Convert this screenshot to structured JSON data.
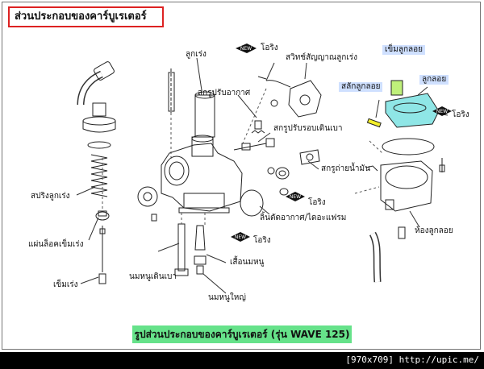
{
  "title": "ส่วนประกอบของคาร์บูเรเตอร์",
  "caption": "รูปส่วนประกอบของคาร์บูเรเตอร์ (รุ่น WAVE 125)",
  "footer": "[970x709] http://upic.me/",
  "labels": {
    "throttle_valve": "ลูกเร่ง",
    "oring_1": "โอริง",
    "switch_signal": "สวิทช์สัญญาณลูกเร่ง",
    "air_screw": "สกรูปรับอากาศ",
    "needle_valve": "เข็มลูกลอย",
    "float_pin": "สลักลูกลอย",
    "float": "ลูกลอย",
    "oring_2": "โอริง",
    "idle_screw": "สกรูปรับรอบเดินเบา",
    "throttle_spring": "สปริงลูกเร่ง",
    "drain_screw": "สกรูถ่ายน้ำมัน",
    "oring_3": "โอริง",
    "needle_clip": "แผ่นล็อคเข็มเร่ง",
    "diaphragm_valve": "ลิ้นตัดอากาศ/ไดอะแฟรม",
    "oring_4": "โอริง",
    "float_chamber": "ห้องลูกลอย",
    "jet_needle": "เข็มเร่ง",
    "needle_jet_holder": "เสื้อนมหนู",
    "slow_jet": "นมหนูเดินเบา",
    "main_jet": "นมหนูใหญ่"
  },
  "badge_text": "NEW",
  "colors": {
    "title_border": "#dd2222",
    "caption_bg": "#66e28a",
    "highlight_label": "#cfe0ff",
    "float_highlight": "#8fe6e6",
    "needle_highlight": "#bff07a",
    "pin_highlight": "#f2ee2a",
    "footer_bg": "#000000"
  }
}
